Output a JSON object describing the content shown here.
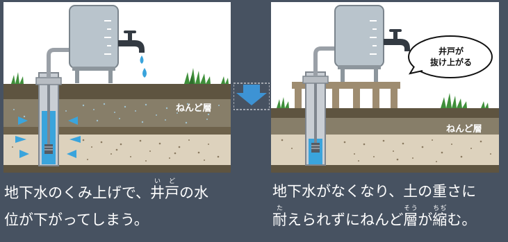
{
  "colors": {
    "background": "#475261",
    "sky": "#ffffff",
    "surface_soil": "#5e5440",
    "clay_layer": "#877e69",
    "dark_soil": "#6e624b",
    "sand_layer": "#ddd2bd",
    "water": "#3aa4dc",
    "arrow": "#3d93d4"
  },
  "left_panel": {
    "layer_label": "ねんど層",
    "caption": {
      "line1": {
        "before": "地下水のくみ上げで、",
        "ruby1_base": "井",
        "ruby1_reading": "い",
        "ruby2_base": "戸",
        "ruby2_reading": "ど",
        "after": "の水"
      },
      "line2": "位が下がってしまう。"
    }
  },
  "right_panel": {
    "layer_label": "ねんど層",
    "speech_bubble": {
      "line1": "井戸が",
      "line2": "抜け上がる"
    },
    "caption": {
      "line1": "地下水がなくなり、土の重さに",
      "line2": {
        "ruby1_base": "耐",
        "ruby1_reading": "た",
        "middle": "えられずにねんど",
        "ruby2_base": "層",
        "ruby2_reading": "そう",
        "between": "が",
        "ruby3_base": "縮",
        "ruby3_reading": "ちぢ",
        "after": "む。"
      }
    }
  }
}
